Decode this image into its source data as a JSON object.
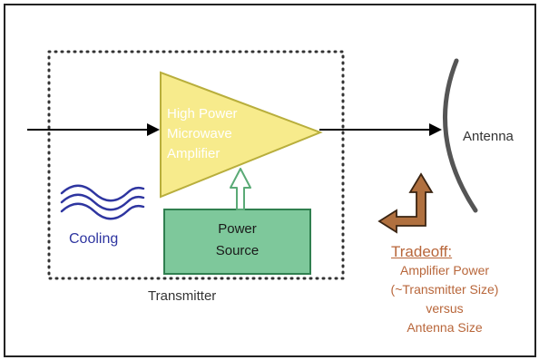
{
  "amplifier": {
    "lines": [
      "High Power",
      "Microwave",
      "Amplifier"
    ],
    "fill": "#f7eb8c",
    "stroke": "#b8ae3c"
  },
  "power_source": {
    "lines": [
      "Power",
      "Source"
    ],
    "fill": "#7ec89b",
    "stroke": "#2f7f4f"
  },
  "cooling": {
    "label": "Cooling",
    "color": "#2e35a0"
  },
  "antenna": {
    "label": "Antenna",
    "color": "#555555"
  },
  "transmitter": {
    "label": "Transmitter"
  },
  "tradeoff": {
    "title": "Tradeoff:",
    "lines": [
      "Amplifier Power",
      "(~Transmitter Size)",
      "versus",
      "Antenna Size"
    ],
    "color": "#b8663a",
    "arrow_fill": "#b0703f",
    "arrow_stroke": "#3a2412"
  }
}
